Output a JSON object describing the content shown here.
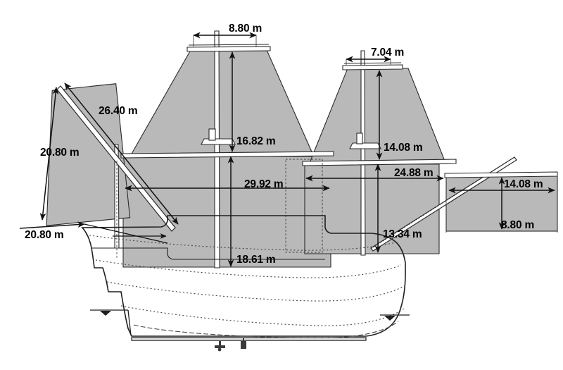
{
  "figure": {
    "kind": "ship-sail-plan-elevation",
    "units": "m",
    "background_color": "#ffffff",
    "sail_fill_color": "#b9b9b9",
    "line_color": "#1a1a1a"
  },
  "chart_data": {
    "type": "diagram",
    "title": "",
    "xlabel": "",
    "ylabel": "",
    "annotations": [
      {
        "id": "main-yard-width",
        "label": "8.80 m",
        "value": 8.8,
        "element": "main mast upper yard half-width"
      },
      {
        "id": "fore-stay-length",
        "label": "26.40 m",
        "value": 26.4,
        "element": "forestay / jib luff length"
      },
      {
        "id": "jib-leech",
        "label": "20.80 m",
        "value": 20.8,
        "element": "jib leech length"
      },
      {
        "id": "main-topsail-height",
        "label": "16.82 m",
        "value": 16.82,
        "element": "main topsail hoist height"
      },
      {
        "id": "mizzen-yard-width",
        "label": "7.04 m",
        "value": 7.04,
        "element": "mizzen mast upper yard half-width"
      },
      {
        "id": "mizzen-topsail-height",
        "label": "14.08 m",
        "value": 14.08,
        "element": "mizzen topsail hoist height"
      },
      {
        "id": "mizzen-course-width",
        "label": "24.88 m",
        "value": 24.88,
        "element": "mizzen course yard width"
      },
      {
        "id": "main-course-width",
        "label": "29.92 m",
        "value": 29.92,
        "element": "main course yard width"
      },
      {
        "id": "jib-foot",
        "label": "20.80 m",
        "value": 20.8,
        "element": "jib foot length"
      },
      {
        "id": "main-course-height",
        "label": "18.61 m",
        "value": 18.61,
        "element": "main course sail height"
      },
      {
        "id": "mizzen-course-height",
        "label": "13.34 m",
        "value": 13.34,
        "element": "mizzen course sail height"
      },
      {
        "id": "spanker-width",
        "label": "14.08 m",
        "value": 14.08,
        "element": "spanker / driver sail width"
      },
      {
        "id": "spanker-height",
        "label": "8.80 m",
        "value": 8.8,
        "element": "spanker / driver sail height"
      }
    ]
  },
  "labels": {
    "main_yard_width": "8.80 m",
    "fore_stay_length": "26.40 m",
    "jib_leech": "20.80 m",
    "main_topsail_height": "16.82 m",
    "mizzen_yard_width": "7.04 m",
    "mizzen_topsail_height": "14.08 m",
    "mizzen_course_width": "24.88 m",
    "main_course_width": "29.92 m",
    "jib_foot": "20.80 m",
    "main_course_height": "18.61 m",
    "mizzen_course_height": "13.34 m",
    "spanker_width": "14.08 m",
    "spanker_height": "8.80 m"
  }
}
